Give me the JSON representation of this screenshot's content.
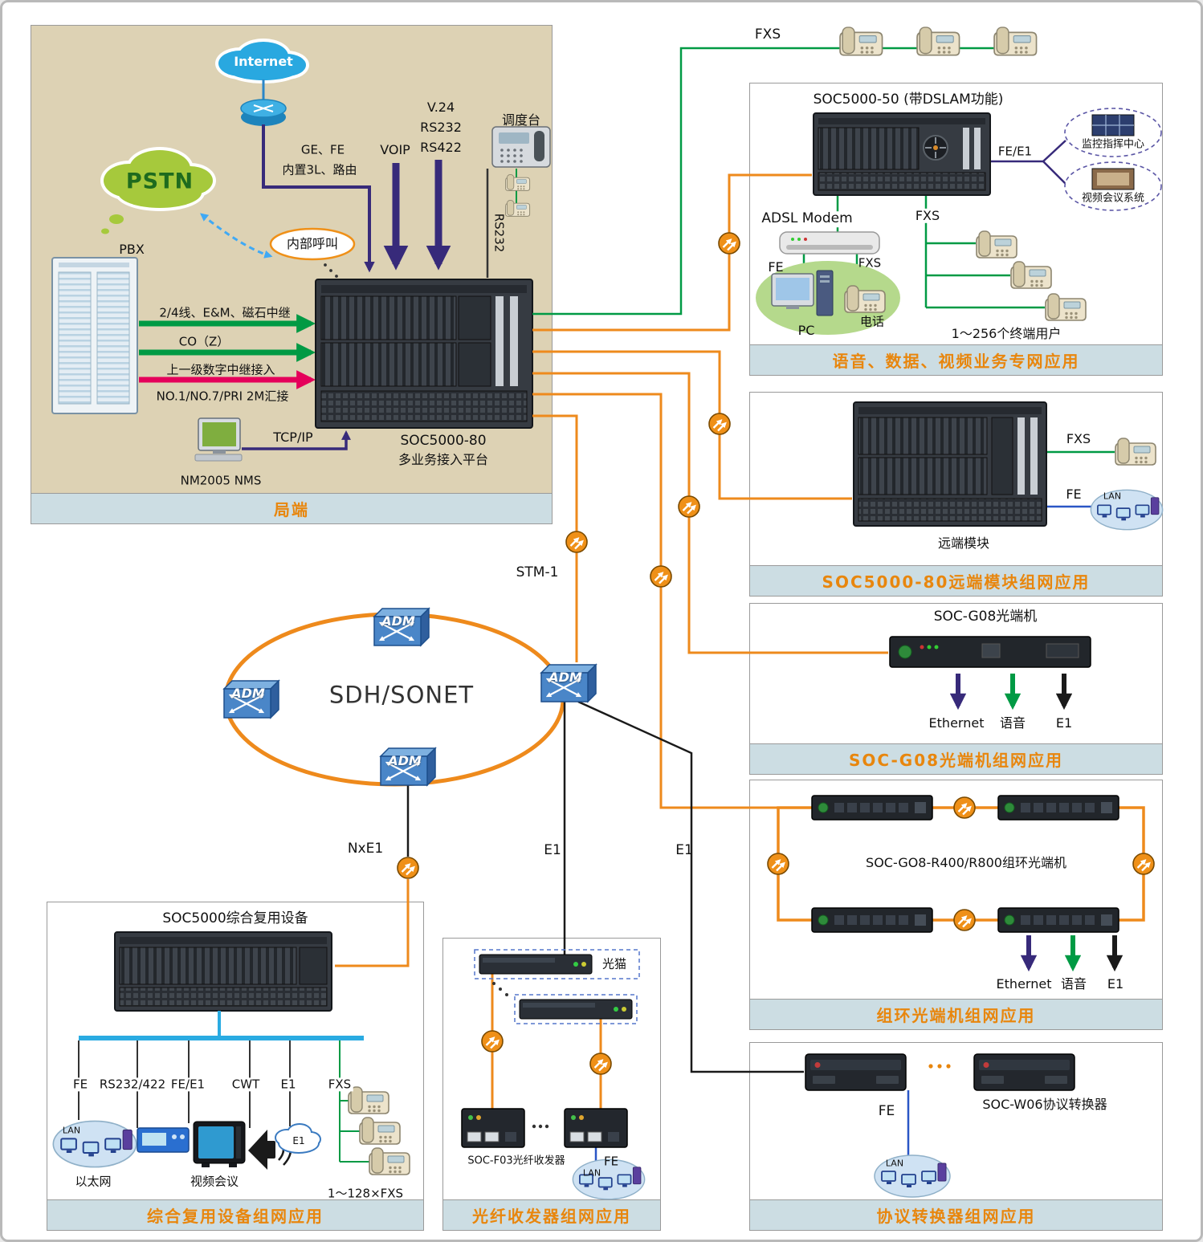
{
  "central_office": {
    "title": "局端",
    "internet": "Internet",
    "pstn": "PSTN",
    "ge_fe": "GE、FE",
    "builtin_route": "内置3L、路由",
    "v24": "V.24",
    "rs232": "RS232",
    "rs422": "RS422",
    "voip": "VOIP",
    "dispatch_console": "调度台",
    "rs232_vertical": "RS232",
    "internal_call": "内部呼叫",
    "pbx": "PBX",
    "trunk_analog": "2/4线、E&M、磁石中继",
    "trunk_co": "CO（Z）",
    "trunk_digital": "上一级数字中继接入",
    "trunk_digital2": "NO.1/NO.7/PRI  2M汇接",
    "tcpip": "TCP/IP",
    "nms": "NM2005 NMS",
    "soc80_name": "SOC5000-80",
    "soc80_desc": "多业务接入平台"
  },
  "triple_play": {
    "title": "语音、数据、视频业务专网应用",
    "fxs_top": "FXS",
    "soc50_name": "SOC5000-50 (带DSLAM功能)",
    "fe_e1": "FE/E1",
    "monitor_center": "监控指挥中心",
    "video_conference": "视频会议系统",
    "adsl_modem": "ADSL Modem",
    "fe": "FE",
    "fxs_modem": "FXS",
    "pc": "PC",
    "telephone": "电话",
    "fxs_right": "FXS",
    "terminal_users": "1～256个终端用户"
  },
  "remote_module": {
    "title": "SOC5000-80远端模块组网应用",
    "device": "远端模块",
    "fxs": "FXS",
    "fe": "FE",
    "lan": "LAN"
  },
  "g08": {
    "title": "SOC-G08光端机组网应用",
    "device": "SOC-G08光端机",
    "ethernet": "Ethernet",
    "voice": "语音",
    "e1": "E1"
  },
  "ring_otm": {
    "title": "组环光端机组网应用",
    "device": "SOC-GO8-R400/R800组环光端机",
    "ethernet": "Ethernet",
    "voice": "语音",
    "e1": "E1"
  },
  "protocol_converter": {
    "title": "协议转换器组网应用",
    "device": "SOC-W06协议转换器",
    "fe": "FE",
    "lan": "LAN"
  },
  "sdh": {
    "ring": "SDH/SONET",
    "adm": "ADM",
    "stm1": "STM-1",
    "nxe1": "NxE1",
    "e1_left": "E1",
    "e1_right": "E1"
  },
  "mux": {
    "title": "综合复用设备组网应用",
    "device": "SOC5000综合复用设备",
    "ports": [
      "FE",
      "RS232/422",
      "FE/E1",
      "CWT",
      "E1",
      "FXS"
    ],
    "lan": "LAN",
    "ethernet_cn": "以太网",
    "video_conference": "视频会议",
    "e1_cloud": "E1",
    "fxs_count": "1～128×FXS"
  },
  "fiber_transceiver": {
    "title": "光纤收发器组网应用",
    "optical_modem": "光猫",
    "device": "SOC-F03光纤收发器",
    "fe": "FE",
    "lan": "LAN"
  },
  "colors": {
    "title_text": "#e8860d",
    "title_bar_bg": "#ccdde3",
    "office_bg": "#ddd2b4",
    "fiber_orange": "#ee8a1c",
    "voice_green": "#009a44",
    "signal_purple": "#372a7a",
    "trunk_magenta": "#e5005a",
    "bus_blue": "#2aabe2"
  }
}
